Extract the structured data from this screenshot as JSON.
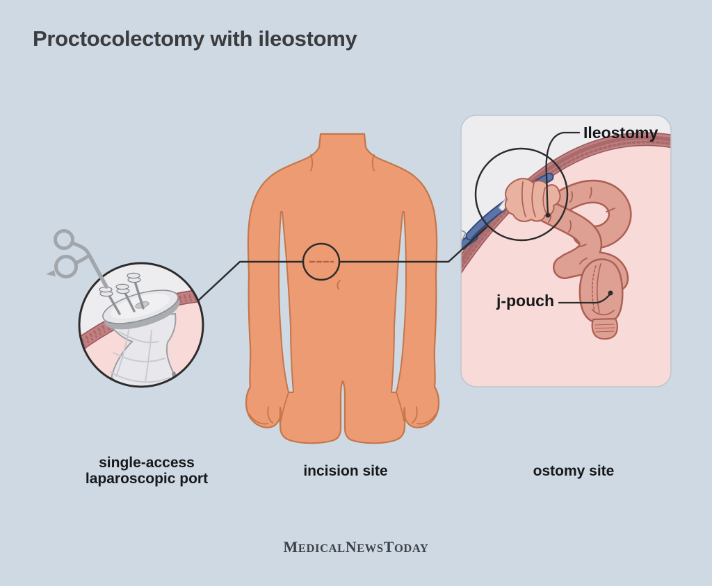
{
  "title": "Proctocolectomy with ileostomy",
  "panel_annotations": {
    "ileostomy": "Ileostomy",
    "j_pouch": "j-pouch"
  },
  "captions": {
    "laparoscopic_port_line1": "single-access",
    "laparoscopic_port_line2": "laparoscopic port",
    "incision_site": "incision site",
    "ostomy_site": "ostomy site"
  },
  "logo": {
    "text": "MedicalNewsToday",
    "part1_cap": "M",
    "part1_rest": "edical",
    "part2_cap": "N",
    "part2_rest": "ews",
    "part3_cap": "T",
    "part3_rest": "oday"
  },
  "colors": {
    "bg": "#cfd9e3",
    "title": "#3a3c3e",
    "label": "#17181a",
    "line": "#2c2c2c",
    "skin": "#ec9b72",
    "skin-outline": "#c4764b",
    "panel-gray": "#ededf0",
    "panel-pink": "#f8dbd8",
    "wall": "#c28082",
    "wall-edge": "#9a585c",
    "intestine": "#dda093",
    "intestine-outline": "#ad5f54",
    "stoma": "#e9b2a0",
    "strap": "#5d74a7",
    "strap-dark": "#31487b",
    "steel": "#a2a6aa",
    "dash": "#b5604e",
    "logo": "#3d4248"
  }
}
